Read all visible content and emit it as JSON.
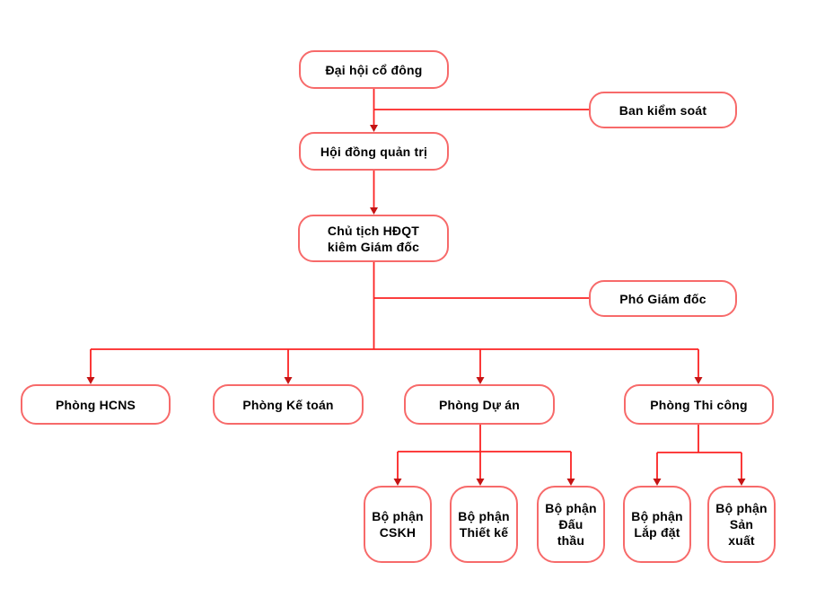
{
  "diagram": {
    "type": "org-chart",
    "colors": {
      "box_border": "#f76a6a",
      "connector_line": "#fb2323",
      "arrowhead": "#c41414",
      "label_text": "#000000",
      "background": "#ffffff"
    },
    "nodes": {
      "dai_hoi_co_dong": {
        "label": "Đại hội cổ đông"
      },
      "ban_kiem_soat": {
        "label": "Ban kiểm soát"
      },
      "hoi_dong_quan_tri": {
        "label": "Hội đồng quản trị"
      },
      "chu_tich_hdqt_kiem_giam_doc": {
        "label": "Chủ tịch HĐQT\nkiêm Giám đốc"
      },
      "pho_giam_doc": {
        "label": "Phó Giám đốc"
      },
      "phong_hcns": {
        "label": "Phòng HCNS"
      },
      "phong_ke_toan": {
        "label": "Phòng Kế toán"
      },
      "phong_du_an": {
        "label": "Phòng Dự án"
      },
      "phong_thi_cong": {
        "label": "Phòng Thi công"
      },
      "bo_phan_cskh": {
        "label": "Bộ phận\nCSKH"
      },
      "bo_phan_thiet_ke": {
        "label": "Bộ phận\nThiết kế"
      },
      "bo_phan_dau_thau": {
        "label": "Bộ phận\nĐấu\nthầu"
      },
      "bo_phan_lap_dat": {
        "label": "Bộ phận\nLắp đặt"
      },
      "bo_phan_san_xuat": {
        "label": "Bộ phận\nSản\nxuất"
      }
    },
    "edges": [
      {
        "from": "dai_hoi_co_dong",
        "to": "hoi_dong_quan_tri",
        "arrow": true
      },
      {
        "from": "dai_hoi_co_dong",
        "to": "ban_kiem_soat",
        "arrow": false
      },
      {
        "from": "hoi_dong_quan_tri",
        "to": "chu_tich_hdqt_kiem_giam_doc",
        "arrow": true
      },
      {
        "from": "chu_tich_hdqt_kiem_giam_doc",
        "to": "pho_giam_doc",
        "arrow": false
      },
      {
        "from": "chu_tich_hdqt_kiem_giam_doc",
        "to": "phong_hcns",
        "arrow": true
      },
      {
        "from": "chu_tich_hdqt_kiem_giam_doc",
        "to": "phong_ke_toan",
        "arrow": true
      },
      {
        "from": "chu_tich_hdqt_kiem_giam_doc",
        "to": "phong_du_an",
        "arrow": true
      },
      {
        "from": "chu_tich_hdqt_kiem_giam_doc",
        "to": "phong_thi_cong",
        "arrow": true
      },
      {
        "from": "phong_du_an",
        "to": "bo_phan_cskh",
        "arrow": true
      },
      {
        "from": "phong_du_an",
        "to": "bo_phan_thiet_ke",
        "arrow": true
      },
      {
        "from": "phong_du_an",
        "to": "bo_phan_dau_thau",
        "arrow": true
      },
      {
        "from": "phong_thi_cong",
        "to": "bo_phan_lap_dat",
        "arrow": true
      },
      {
        "from": "phong_thi_cong",
        "to": "bo_phan_san_xuat",
        "arrow": true
      }
    ]
  }
}
